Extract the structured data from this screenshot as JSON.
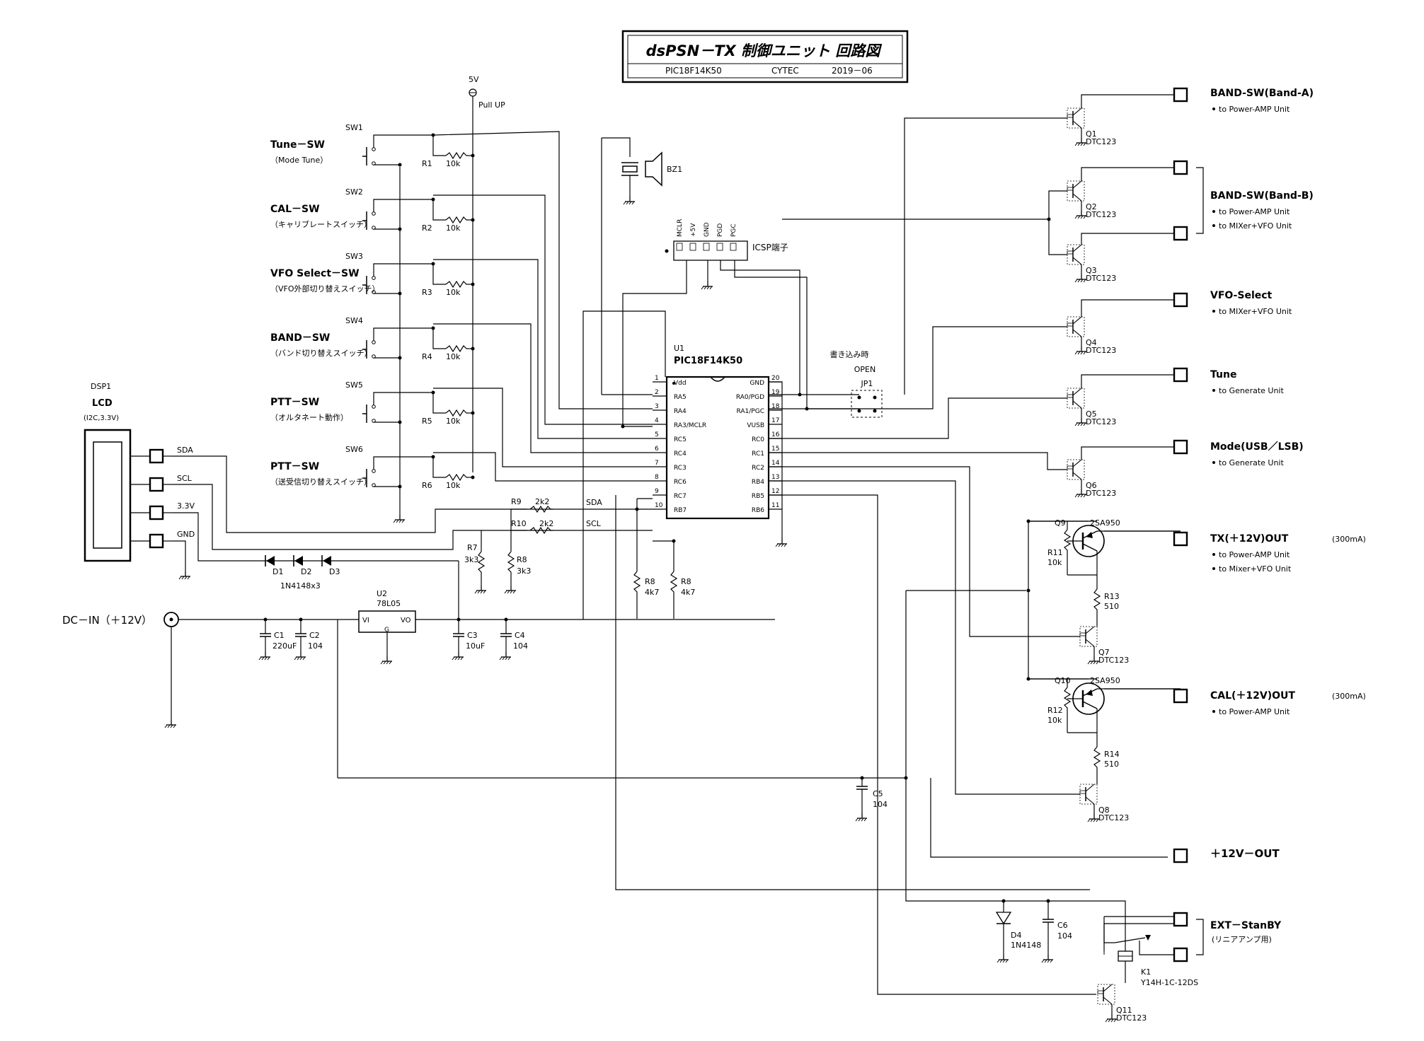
{
  "title": {
    "main": "dsPSN－TX 制御ユニット 回路図",
    "chip": "PIC18F14K50",
    "maker": "CYTEC",
    "date": "2019－06"
  },
  "power": {
    "vcc_label": "5V",
    "pullup_label": "Pull UP",
    "dc_in": "DC－IN（＋12V）"
  },
  "switches": [
    {
      "ref": "SW1",
      "name": "Tune－SW",
      "sub": "（Mode Tune）",
      "res": "R1",
      "val": "10k"
    },
    {
      "ref": "SW2",
      "name": "CAL－SW",
      "sub": "（キャリブレートスイッチ）",
      "res": "R2",
      "val": "10k"
    },
    {
      "ref": "SW3",
      "name": "VFO Select－SW",
      "sub": "（VFO外部切り替えスイッチ）",
      "res": "R3",
      "val": "10k"
    },
    {
      "ref": "SW4",
      "name": "BAND－SW",
      "sub": "（バンド切り替えスイッチ）",
      "res": "R4",
      "val": "10k"
    },
    {
      "ref": "SW5",
      "name": "PTT－SW",
      "sub": "（オルタネート動作）",
      "res": "R5",
      "val": "10k"
    },
    {
      "ref": "SW6",
      "name": "PTT－SW",
      "sub": "（送受信切り替えスイッチ）",
      "res": "R6",
      "val": "10k"
    }
  ],
  "buzzer": {
    "ref": "BZ1"
  },
  "icsp": {
    "label": "ICSP端子",
    "pins": [
      "MCLR",
      "+5V",
      "GND",
      "PGD",
      "PGC"
    ]
  },
  "jumper": {
    "note": "書き込み時",
    "state": "OPEN",
    "ref": "JP1"
  },
  "mcu": {
    "ref": "U1",
    "part": "PIC18F14K50",
    "left_pins": [
      {
        "num": "1",
        "name": "Vdd"
      },
      {
        "num": "2",
        "name": "RA5"
      },
      {
        "num": "3",
        "name": "RA4"
      },
      {
        "num": "4",
        "name": "RA3/MCLR"
      },
      {
        "num": "5",
        "name": "RC5"
      },
      {
        "num": "6",
        "name": "RC4"
      },
      {
        "num": "7",
        "name": "RC3"
      },
      {
        "num": "8",
        "name": "RC6"
      },
      {
        "num": "9",
        "name": "RC7"
      },
      {
        "num": "10",
        "name": "RB7"
      }
    ],
    "right_pins": [
      {
        "num": "20",
        "name": "GND"
      },
      {
        "num": "19",
        "name": "RA0/PGD"
      },
      {
        "num": "18",
        "name": "RA1/PGC"
      },
      {
        "num": "17",
        "name": "VUSB"
      },
      {
        "num": "16",
        "name": "RC0"
      },
      {
        "num": "15",
        "name": "RC1"
      },
      {
        "num": "14",
        "name": "RC2"
      },
      {
        "num": "13",
        "name": "RB4"
      },
      {
        "num": "12",
        "name": "RB5"
      },
      {
        "num": "11",
        "name": "RB6"
      }
    ]
  },
  "lcd": {
    "ref": "DSP1",
    "name": "LCD",
    "spec": "(I2C,3.3V)",
    "pins": [
      "SDA",
      "SCL",
      "3.3V",
      "GND"
    ]
  },
  "i2c": {
    "r9": "R9",
    "r9v": "2k2",
    "r10": "R10",
    "r10v": "2k2",
    "sda": "SDA",
    "scl": "SCL",
    "r7": "R7",
    "r7v": "3k3",
    "r8a": "R8",
    "r8av": "3k3",
    "r8b": "R8",
    "r8bv": "4k7",
    "r8c": "R8",
    "r8cv": "4k7"
  },
  "diodes": {
    "d1": "D1",
    "d2": "D2",
    "d3": "D3",
    "part": "1N4148x3"
  },
  "regulator": {
    "ref": "U2",
    "part": "78L05",
    "vi": "VI",
    "vo": "VO",
    "g": "G"
  },
  "caps": {
    "c1": "C1",
    "c1v": "220uF",
    "c2": "C2",
    "c2v": "104",
    "c3": "C3",
    "c3v": "10uF",
    "c4": "C4",
    "c4v": "104",
    "c5": "C5",
    "c5v": "104",
    "c6": "C6",
    "c6v": "104"
  },
  "outputs": [
    {
      "title": "BAND-SW(Band-A)",
      "notes": [
        "to Power-AMP Unit"
      ]
    },
    {
      "title": "BAND-SW(Band-B)",
      "notes": [
        "to Power-AMP Unit",
        "to MIXer+VFO Unit"
      ]
    },
    {
      "title": "VFO-Select",
      "notes": [
        "to MIXer+VFO Unit"
      ]
    },
    {
      "title": "Tune",
      "notes": [
        "to Generate Unit"
      ]
    },
    {
      "title": "Mode(USB／LSB)",
      "notes": [
        "to Generate Unit"
      ]
    },
    {
      "title": "TX(＋12V)OUT",
      "extra": "(300mA)",
      "notes": [
        "to Power-AMP Unit",
        "to Mixer+VFO Unit"
      ]
    },
    {
      "title": "CAL(＋12V)OUT",
      "extra": "(300mA)",
      "notes": [
        "to Power-AMP Unit"
      ]
    },
    {
      "title": "＋12V－OUT",
      "notes": []
    },
    {
      "title": "EXT－StanBY",
      "notes": [
        "(リニアアンプ用)"
      ]
    }
  ],
  "transistors": [
    {
      "ref": "Q1",
      "part": "DTC123"
    },
    {
      "ref": "Q2",
      "part": "DTC123"
    },
    {
      "ref": "Q3",
      "part": "DTC123"
    },
    {
      "ref": "Q4",
      "part": "DTC123"
    },
    {
      "ref": "Q5",
      "part": "DTC123"
    },
    {
      "ref": "Q6",
      "part": "DTC123"
    },
    {
      "ref": "Q7",
      "part": "DTC123"
    },
    {
      "ref": "Q8",
      "part": "DTC123"
    },
    {
      "ref": "Q11",
      "part": "DTC123"
    }
  ],
  "pnp": [
    {
      "ref": "Q9",
      "part": "2SA950",
      "r": "R11",
      "rv": "10k",
      "rc": "R13",
      "rcv": "510"
    },
    {
      "ref": "Q10",
      "part": "2SA950",
      "r": "R12",
      "rv": "10k",
      "rc": "R14",
      "rcv": "510"
    }
  ],
  "relay": {
    "ref": "K1",
    "part": "Y14H-1C-12DS",
    "d": "D4",
    "dv": "1N4148"
  }
}
